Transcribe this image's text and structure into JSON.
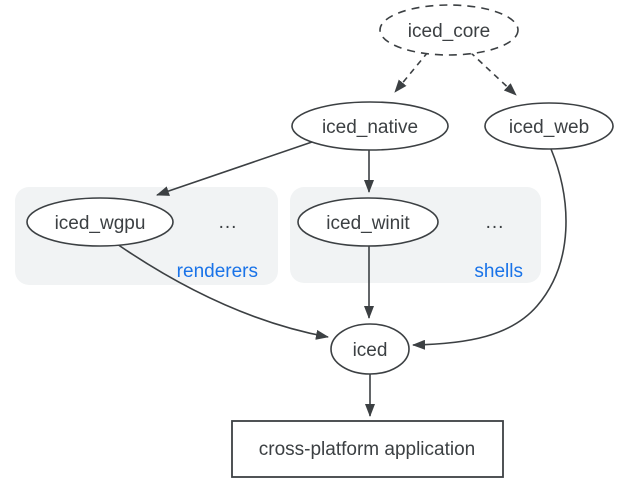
{
  "diagram": {
    "type": "dependency-graph",
    "nodes": {
      "iced_core": {
        "label": "iced_core",
        "shape": "ellipse",
        "border_style": "dashed"
      },
      "iced_native": {
        "label": "iced_native",
        "shape": "ellipse",
        "border_style": "solid"
      },
      "iced_web": {
        "label": "iced_web",
        "shape": "ellipse",
        "border_style": "solid"
      },
      "iced_wgpu": {
        "label": "iced_wgpu",
        "shape": "ellipse",
        "border_style": "solid"
      },
      "iced_winit": {
        "label": "iced_winit",
        "shape": "ellipse",
        "border_style": "solid"
      },
      "iced": {
        "label": "iced",
        "shape": "ellipse",
        "border_style": "solid"
      },
      "app": {
        "label": "cross-platform application",
        "shape": "rectangle",
        "border_style": "solid"
      }
    },
    "groups": {
      "renderers": {
        "label": "renderers",
        "ellipsis": "...",
        "contains": [
          "iced_wgpu"
        ]
      },
      "shells": {
        "label": "shells",
        "ellipsis": "...",
        "contains": [
          "iced_winit"
        ]
      }
    },
    "edges": [
      {
        "from": "iced_core",
        "to": "iced_native",
        "style": "dashed"
      },
      {
        "from": "iced_core",
        "to": "iced_web",
        "style": "dashed"
      },
      {
        "from": "iced_native",
        "to": "iced_wgpu",
        "style": "solid"
      },
      {
        "from": "iced_native",
        "to": "iced_winit",
        "style": "solid"
      },
      {
        "from": "iced_wgpu",
        "to": "iced",
        "style": "solid"
      },
      {
        "from": "iced_winit",
        "to": "iced",
        "style": "solid"
      },
      {
        "from": "iced_web",
        "to": "iced",
        "style": "solid"
      },
      {
        "from": "iced",
        "to": "app",
        "style": "solid"
      }
    ],
    "colors": {
      "background": "#ffffff",
      "node_fill": "#ffffff",
      "stroke": "#3c4043",
      "text": "#3c4043",
      "group_fill": "#f1f3f4",
      "group_label": "#1a73e8"
    }
  }
}
